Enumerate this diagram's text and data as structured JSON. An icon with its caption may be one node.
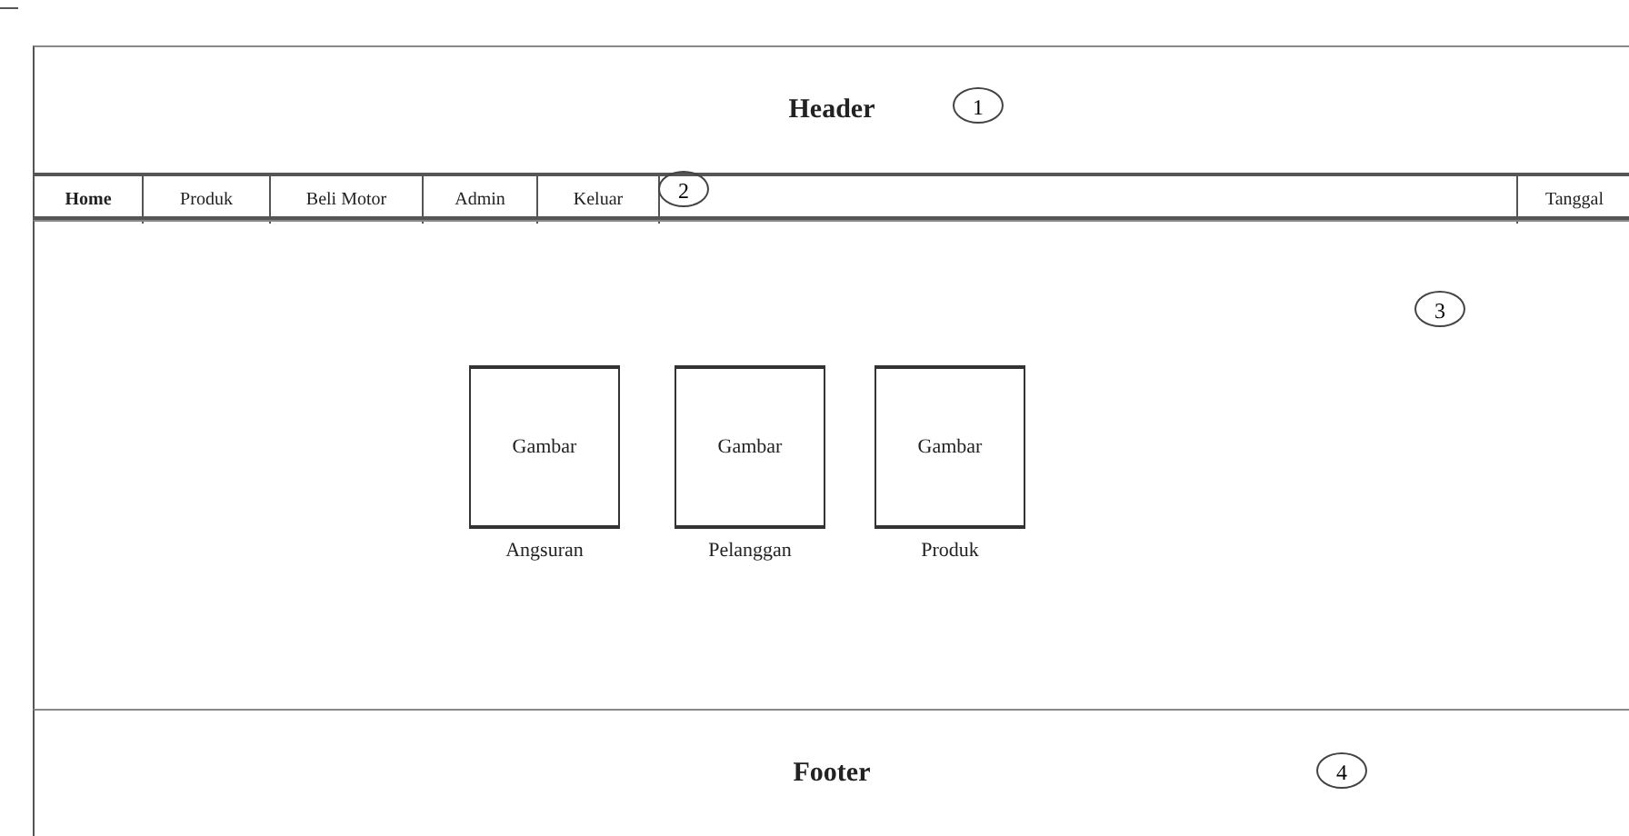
{
  "diagram": {
    "nodes": [
      {
        "text": [
          "Header"
        ]
      },
      {
        "text": [],
        "shape": "bar"
      },
      {
        "text": [
          "Home"
        ],
        "in": 1
      },
      {
        "text": [
          "Produk"
        ],
        "in": 1
      },
      {
        "text": [
          "Beli Motor"
        ],
        "in": 1
      },
      {
        "text": [
          "Admin"
        ],
        "in": 1
      },
      {
        "text": [
          "Keluar"
        ],
        "in": 1
      },
      {
        "text": [
          "Tanggal"
        ],
        "in": 1
      },
      {
        "text": [],
        "shape": "box"
      },
      {
        "text": [
          "Gambar"
        ],
        "beside": [
          "Angsuran"
        ],
        "in": 8
      },
      {
        "text": [
          "Gambar"
        ],
        "beside": [
          "Pelanggan"
        ],
        "in": 8
      },
      {
        "text": [
          "Gambar"
        ],
        "beside": [
          "Produk"
        ],
        "in": 8
      },
      {
        "text": [
          "Footer"
        ]
      }
    ],
    "edges": [],
    "labels": [
      "1",
      "2",
      "3",
      "4"
    ]
  }
}
